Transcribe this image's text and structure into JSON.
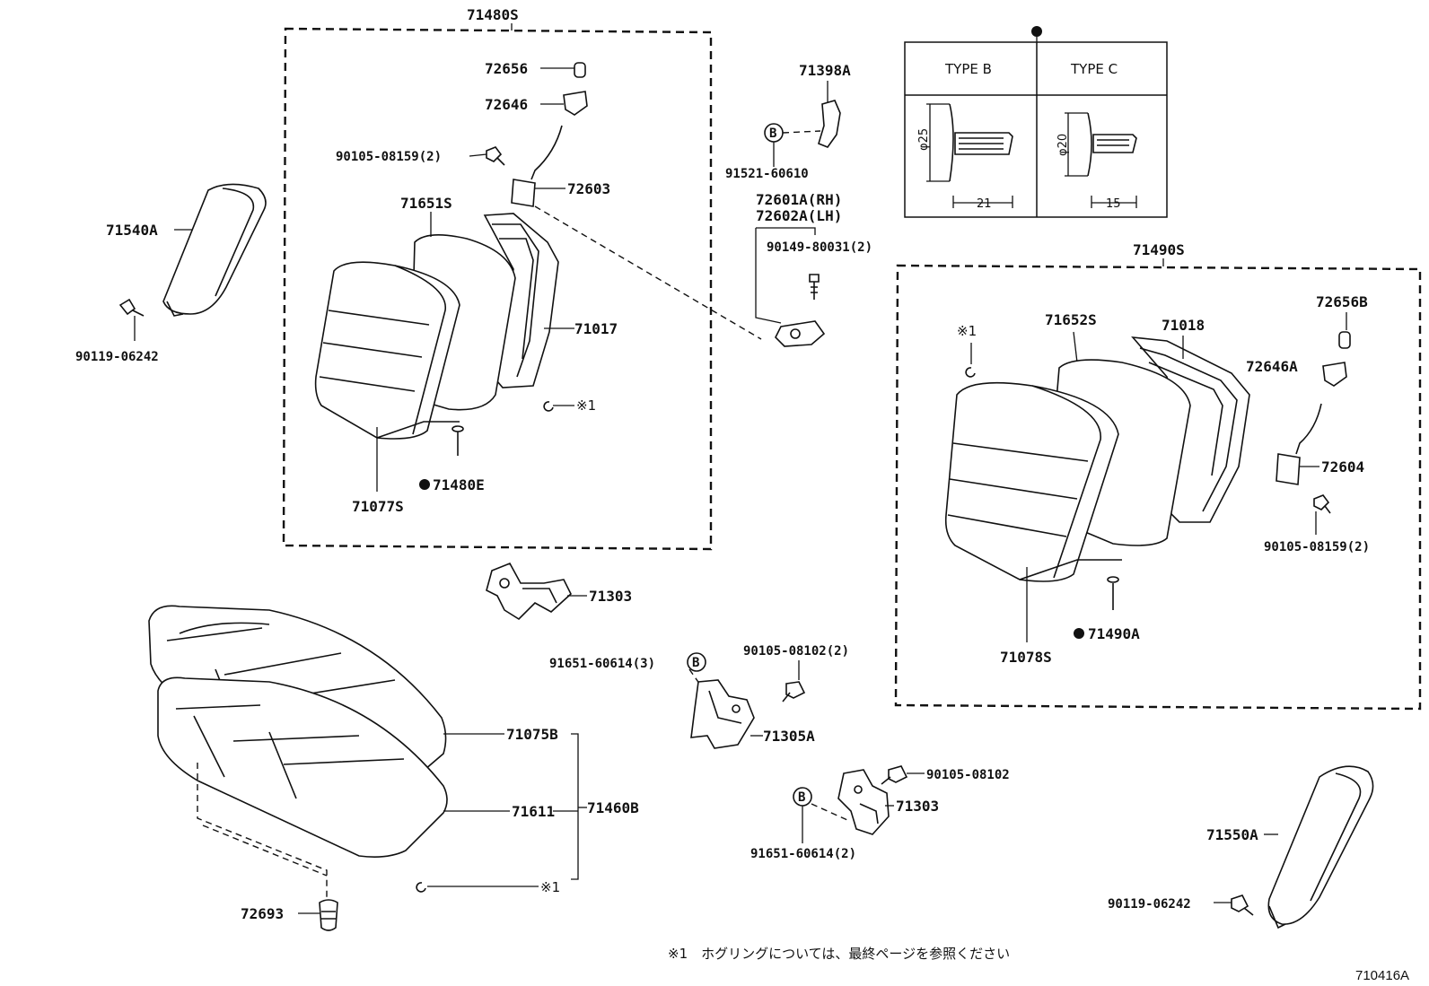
{
  "diagram_id": "710416A",
  "groups": {
    "rear_back_lh": "71480S",
    "rear_back_rh": "71490S"
  },
  "labels": {
    "p71480S": "71480S",
    "p72656": "72656",
    "p72646": "72646",
    "p90105_08159_a": "90105-08159(2)",
    "p72603": "72603",
    "p71651S": "71651S",
    "p71017": "71017",
    "p71540A": "71540A",
    "p90119_06242_a": "90119-06242",
    "p71077S": "71077S",
    "p71480E": "71480E",
    "p71398A": "71398A",
    "p91521_60610": "91521-60610",
    "p72601A": "72601A(RH)",
    "p72602A": "72602A(LH)",
    "p90149_80031": "90149-80031(2)",
    "p71490S": "71490S",
    "p71652S": "71652S",
    "p71018": "71018",
    "p72656B": "72656B",
    "p72646A": "72646A",
    "p72604": "72604",
    "p90105_08159_b": "90105-08159(2)",
    "p71078S": "71078S",
    "p71490A": "71490A",
    "p71303_a": "71303",
    "p91651_60614_a": "91651-60614(3)",
    "p90105_08102_a": "90105-08102(2)",
    "p71305A": "71305A",
    "p90105_08102_b": "90105-08102",
    "p71303_b": "71303",
    "p91651_60614_b": "91651-60614(2)",
    "p71075B": "71075B",
    "p71611": "71611",
    "p71460B": "71460B",
    "p72693": "72693",
    "p71550A": "71550A",
    "p90119_06242_b": "90119-06242",
    "ref_note_1": "※1",
    "ref_note_2": "※1",
    "ref_note_3": "※1",
    "ref_note_4": "※1",
    "b_mark": "B"
  },
  "clip_table": {
    "type_b": "TYPE B",
    "type_c": "TYPE C",
    "dia_b": "φ25",
    "len_b": "21",
    "dia_c": "φ20",
    "len_c": "15"
  },
  "footnote": "※1　ホグリングについては、最終ページを参照ください"
}
